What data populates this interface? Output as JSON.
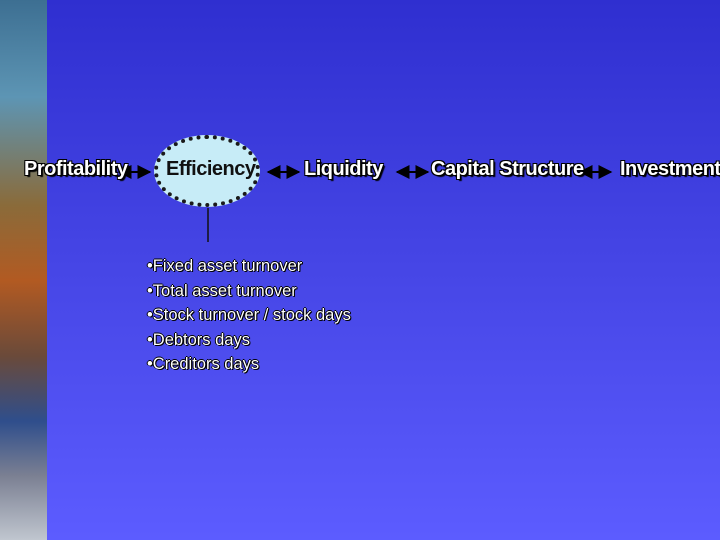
{
  "diagram": {
    "nodes": [
      {
        "id": "profitability",
        "label": "Profitability"
      },
      {
        "id": "efficiency",
        "label": "Efficiency",
        "highlighted": true
      },
      {
        "id": "liquidity",
        "label": "Liquidity"
      },
      {
        "id": "capital_structure",
        "label": "Capital Structure"
      },
      {
        "id": "investment",
        "label": "Investment"
      }
    ],
    "links": [
      {
        "from": "profitability",
        "to": "efficiency",
        "direction": "both"
      },
      {
        "from": "efficiency",
        "to": "liquidity",
        "direction": "both"
      },
      {
        "from": "liquidity",
        "to": "capital_structure",
        "direction": "both"
      },
      {
        "from": "capital_structure",
        "to": "investment",
        "direction": "both"
      }
    ],
    "efficiency_details": [
      "•Fixed asset turnover",
      "•Total asset turnover",
      "•Stock turnover / stock days",
      "•Debtors days",
      "•Creditors days"
    ]
  },
  "colors": {
    "background_top": "#2f2fd0",
    "background_bottom": "#5c5cff",
    "highlight_fill": "#c7ecf7",
    "text": "#ffffff"
  }
}
